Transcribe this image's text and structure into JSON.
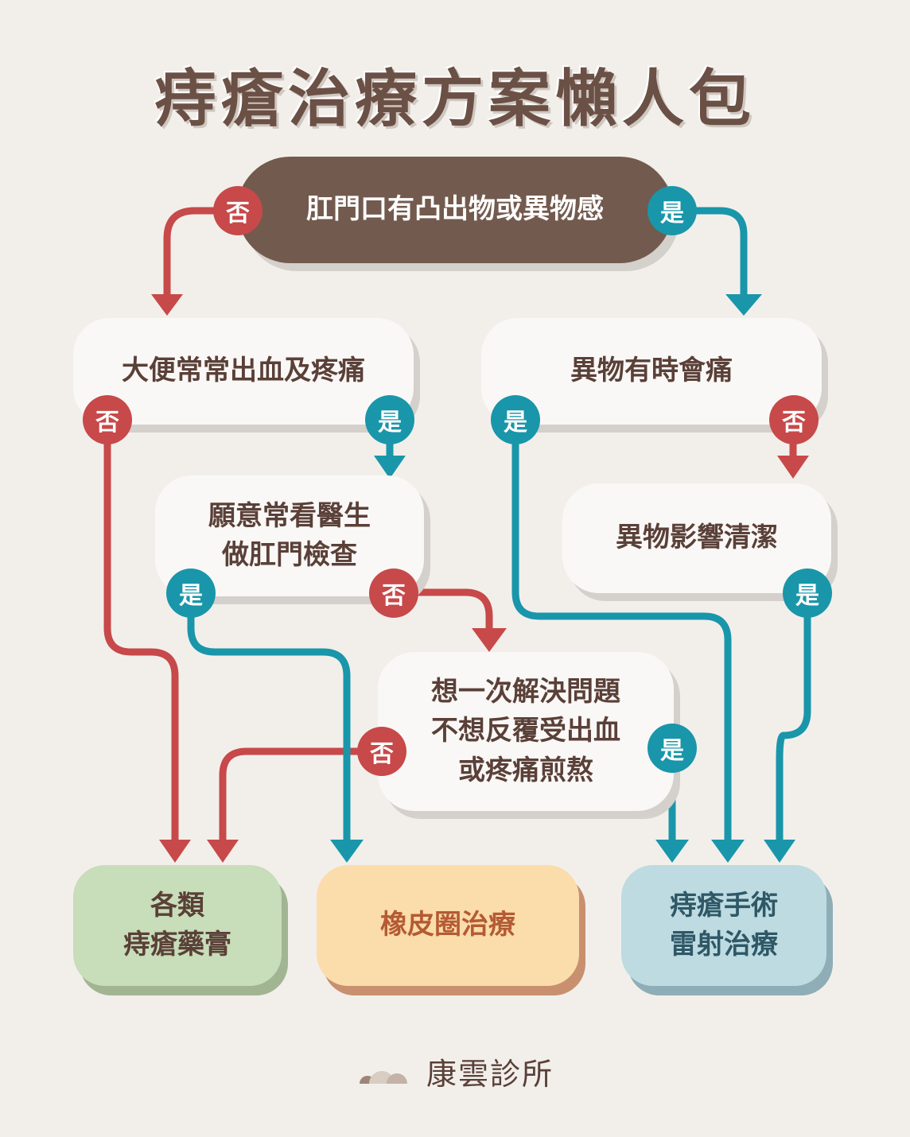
{
  "title": "痔瘡治療方案懶人包",
  "labels": {
    "yes": "是",
    "no": "否"
  },
  "nodes": {
    "q_root": "肛門口有凸出物或異物感",
    "q_bleeding": "大便常常出血及疼痛",
    "q_pain": "異物有時會痛",
    "q_willing": "願意常看醫生\n做肛門檢查",
    "q_cleaning": "異物影響清潔",
    "q_once": "想一次解決問題\n不想反覆受出血\n或疼痛煎熬"
  },
  "results": {
    "medication": "各類\n痔瘡藥膏",
    "banding": "橡皮圈治療",
    "surgery": "痔瘡手術\n雷射治療"
  },
  "footer": {
    "clinic_name": "康雲診所",
    "logo_icon": "cloud-logo-icon"
  },
  "colors": {
    "yes": "#1996aa",
    "no": "#c7494a",
    "root_box": "#735a4e",
    "medication": "#c8ddb9",
    "banding": "#fbdcab",
    "surgery": "#bddbe1"
  }
}
